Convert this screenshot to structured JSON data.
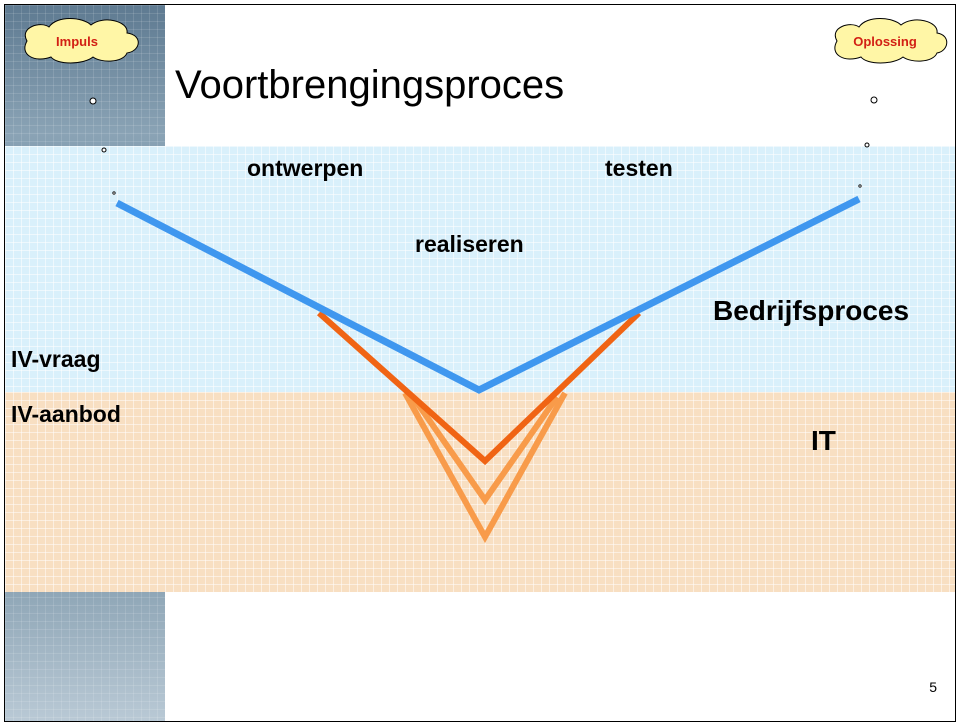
{
  "slide": {
    "title": "Voortbrengingsproces",
    "number": "5"
  },
  "thought_clouds": {
    "left": "Impuls",
    "right": "Oplossing"
  },
  "phases": {
    "design": "ontwerpen",
    "realize": "realiseren",
    "test": "testen"
  },
  "layers": {
    "business": "Bedrijfsproces",
    "it": "IT",
    "demand": "IV-vraag",
    "supply": "IV-aanbod"
  },
  "colors": {
    "business_band": "#d9f0fb",
    "it_band": "#f8dfc2",
    "business_line": "#3f97ef",
    "it_line_primary": "#f06414",
    "it_line_secondary": "#f89b4a",
    "cloud_fill": "#fff6a6",
    "cloud_text": "#d21f14"
  }
}
